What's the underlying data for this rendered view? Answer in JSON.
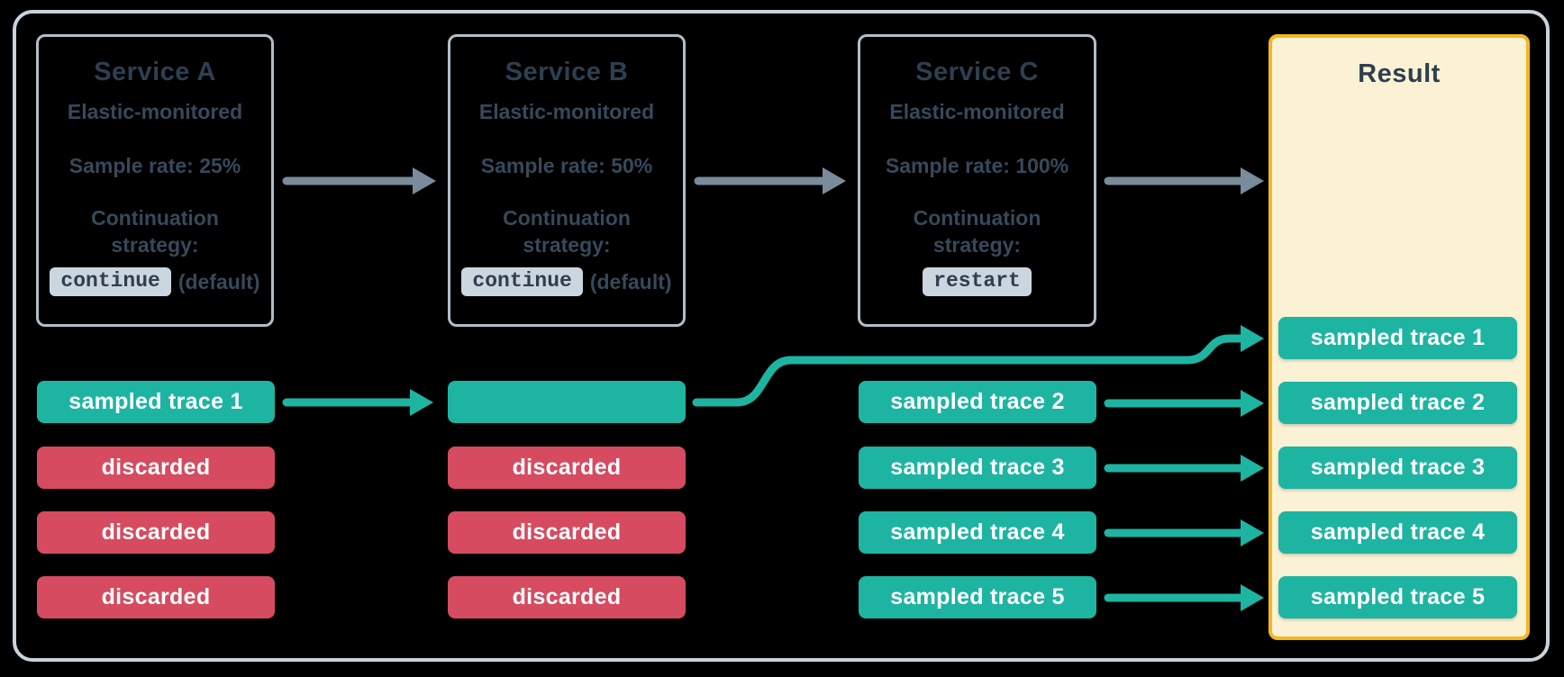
{
  "diagram": {
    "title": "",
    "services": [
      {
        "name": "Service A",
        "monitor": "Elastic-monitored",
        "sample_rate": "Sample rate: 25%",
        "continuation_label": "Continuation strategy:",
        "strategy_code": "continue",
        "strategy_suffix": "(default)"
      },
      {
        "name": "Service B",
        "monitor": "Elastic-monitored",
        "sample_rate": "Sample rate: 50%",
        "continuation_label": "Continuation strategy:",
        "strategy_code": "continue",
        "strategy_suffix": "(default)"
      },
      {
        "name": "Service C",
        "monitor": "Elastic-monitored",
        "sample_rate": "Sample rate: 100%",
        "continuation_label": "Continuation strategy:",
        "strategy_code": "restart",
        "strategy_suffix": ""
      }
    ],
    "columns": [
      {
        "service": "Service A",
        "rows": [
          {
            "label": "sampled trace 1",
            "type": "sampled"
          },
          {
            "label": "discarded",
            "type": "discarded"
          },
          {
            "label": "discarded",
            "type": "discarded"
          },
          {
            "label": "discarded",
            "type": "discarded"
          }
        ]
      },
      {
        "service": "Service B",
        "rows": [
          {
            "label": "",
            "type": "sampled"
          },
          {
            "label": "discarded",
            "type": "discarded"
          },
          {
            "label": "discarded",
            "type": "discarded"
          },
          {
            "label": "discarded",
            "type": "discarded"
          }
        ]
      },
      {
        "service": "Service C",
        "rows": [
          {
            "label": "sampled trace 2",
            "type": "sampled"
          },
          {
            "label": "sampled trace 3",
            "type": "sampled"
          },
          {
            "label": "sampled trace 4",
            "type": "sampled"
          },
          {
            "label": "sampled trace 5",
            "type": "sampled"
          }
        ]
      }
    ],
    "result": {
      "title": "Result",
      "pills": [
        "sampled trace 1",
        "sampled trace 2",
        "sampled trace 3",
        "sampled trace 4",
        "sampled trace 5"
      ]
    },
    "colors": {
      "sampled": "#1eb4a2",
      "discarded": "#d64b5f",
      "arrow_gray": "#7a8b9b",
      "box_border": "#b0bec9",
      "outer_border": "#c8d3dc",
      "text": "#2e3f4f",
      "code_bg": "#ccd6de",
      "result_bg": "#fbf2d5",
      "result_border": "#f3b821"
    }
  }
}
